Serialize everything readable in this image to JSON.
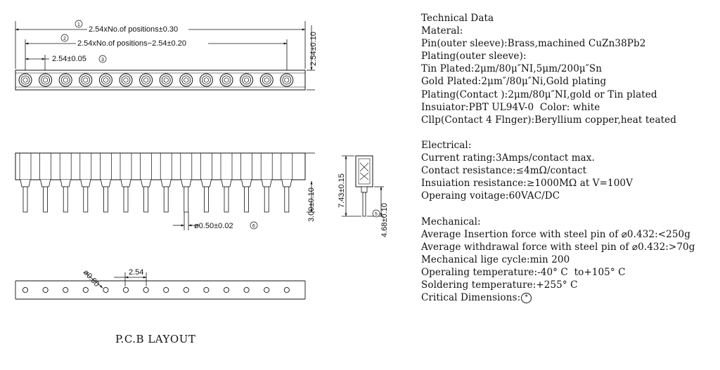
{
  "drawing": {
    "top_view": {
      "dim_total": "2.54xNo.of positions±0.30",
      "dim_total_marker": "1",
      "dim_inner": "2.54xNo.of positions−2.54±0.20",
      "dim_inner_marker": "2",
      "dim_pitch": "2.54±0.05",
      "dim_pitch_marker": "3",
      "dim_height": "2.54±0.10",
      "positions": 14
    },
    "side_view": {
      "dim_pin_length": "3.00±0.10",
      "dim_pin_dia": "ø0.50±0.02",
      "dim_pin_dia_marker": "6"
    },
    "end_view": {
      "dim_body": "7.43±0.15",
      "dim_tail": "4.68±0.10",
      "dim_tail_marker": "5"
    },
    "pcb_layout": {
      "dim_hole": "ø0.80",
      "dim_pitch": "2.54",
      "caption": "P.C.B LAYOUT"
    }
  },
  "spec": {
    "technical_title": "Technical Data",
    "material_title": "Materal:",
    "pin": "Pin(outer sleeve):Brass,machined CuZn38Pb2",
    "plating_outer": "Plating(outer sleeve):",
    "tin": "Tin Plated:2μm/80μ″NI,5μm/200μ″Sn",
    "gold": "Gold Plated:2μm″/80μ″Ni,Gold plating",
    "plating_contact": "Plating(Contact ):2μm/80μ″NI,gold or Tin plated",
    "insulator": "Insuiator:PBT UL94V-0  Color: white",
    "clip": "Cllp(Contact 4 Flnger):Beryllium copper,heat teated",
    "electrical_title": "Electrical:",
    "current": "Current rating:3Amps/contact max.",
    "contact_res": "Contact resistance:≤4mΩ/contact",
    "insulation_res": "Insuiation resistance:≥1000MΩ at V=100V",
    "voltage": "Operaing voitage:60VAC/DC",
    "mechanical_title": "Mechanical:",
    "insertion": "Average Insertion force with steel pin of ⌀0.432:<250g",
    "withdrawal": "Average withdrawal force with steel pin of ⌀0.432:>70g",
    "life": "Mechanical lige cycle:min 200",
    "temp": "Operaling temperature:-40° C  to+105° C",
    "solder": "Soldering temperature:+255° C",
    "critical": "Critical Dimensions:",
    "critical_marker": "*"
  }
}
